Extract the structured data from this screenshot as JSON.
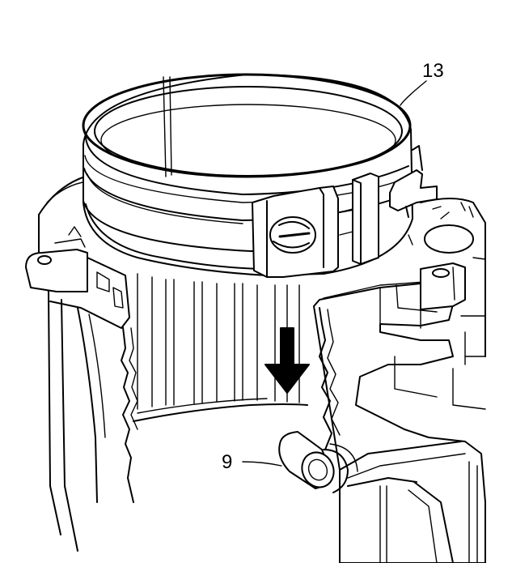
{
  "callouts": [
    {
      "id": "13",
      "text": "13"
    },
    {
      "id": "9",
      "text": "9"
    }
  ]
}
